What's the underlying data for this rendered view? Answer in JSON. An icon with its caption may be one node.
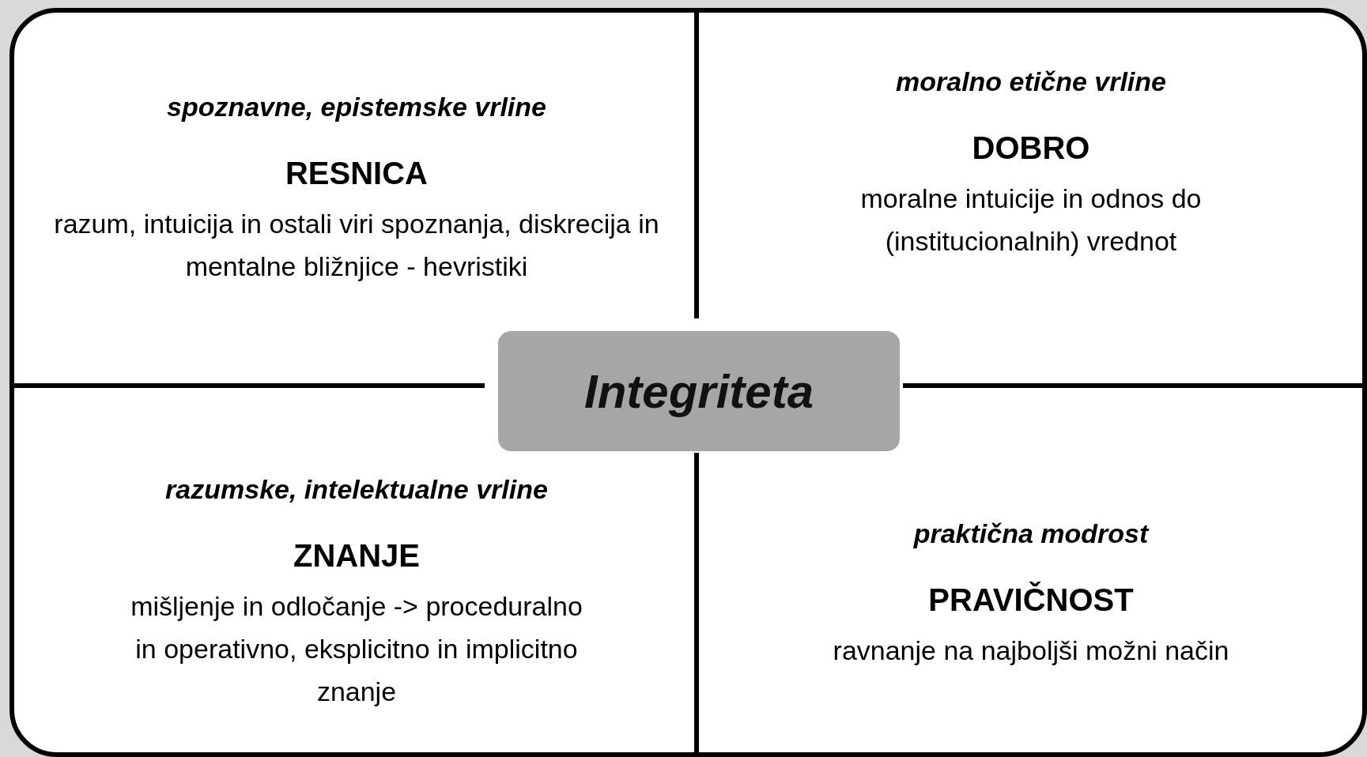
{
  "diagram": {
    "nodes": [
      {
        "text": [],
        "shape": "box"
      },
      {
        "text": [
          "spoznavne, epistemske vrline",
          "RESNICA",
          "razum, intuicija in ostali viri spoznanja, diskrecija in mentalne bližnjice - hevristiki"
        ],
        "in": 0
      },
      {
        "text": [
          "moralno etične vrline",
          "DOBRO",
          "moralne intuicije in odnos do (institucionalnih) vrednot"
        ],
        "in": 0
      },
      {
        "text": [
          "Integriteta"
        ],
        "in": 0
      },
      {
        "text": [
          "razumske, intelektualne vrline",
          "ZNANJE",
          "mišljenje in odločanje -> proceduralno in operativno, eksplicitno in implicitno znanje"
        ],
        "in": 0
      },
      {
        "text": [
          "praktična modrost",
          "PRAVIČNOST",
          "ravnanje na najboljši možni način"
        ],
        "in": 0
      }
    ]
  }
}
